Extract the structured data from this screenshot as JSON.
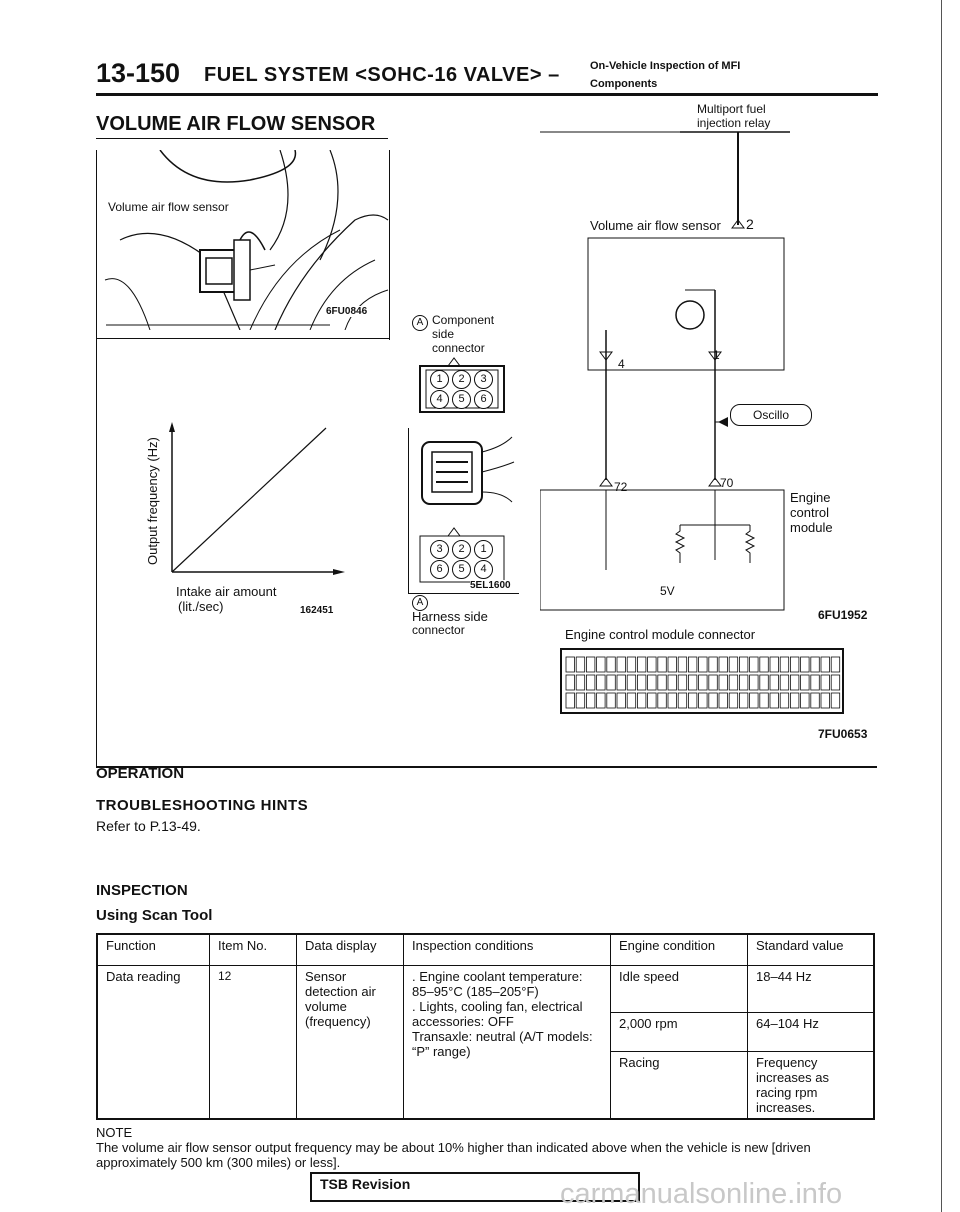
{
  "header": {
    "page_number": "13-150",
    "title": "FUEL SYSTEM <SOHC-16 VALVE> –",
    "subtitle_line1": "On-Vehicle Inspection of MFI",
    "subtitle_line2": "Components"
  },
  "section_title": "VOLUME AIR FLOW SENSOR",
  "figure": {
    "photo_label": "Volume air flow sensor",
    "photo_code": "6FU0846",
    "graph": {
      "ylabel": "Output frequency (Hz)",
      "xlabel_line1": "Intake air amount",
      "xlabel_line2": "(lit./sec)",
      "code": "162451"
    },
    "connector_a": {
      "marker": "A",
      "label_line1": "Component",
      "label_line2": "side",
      "label_line3": "connector",
      "pins_top": [
        "1",
        "2",
        "3"
      ],
      "pins_bottom": [
        "4",
        "5",
        "6"
      ]
    },
    "connector_b": {
      "marker": "A",
      "label_line1": "Harness side",
      "label_line2": "connector",
      "pins_top": [
        "3",
        "2",
        "1"
      ],
      "pins_bottom": [
        "6",
        "5",
        "4"
      ],
      "code": "5EL1600"
    },
    "circuit": {
      "relay_line1": "Multiport fuel",
      "relay_line2": "injection relay",
      "sensor_label": "Volume air flow sensor",
      "pin_2": "2",
      "pin_4": "4",
      "pin_1": "1",
      "oscillo": "Oscillo",
      "pin_72": "72",
      "pin_70": "70",
      "ecm_line1": "Engine",
      "ecm_line2": "control",
      "ecm_line3": "module",
      "voltage": "5V",
      "code": "6FU1952"
    },
    "ecm_connector": {
      "label": "Engine control module connector",
      "code": "7FU0653"
    }
  },
  "operation_heading": "OPERATION",
  "troubleshooting_heading": "TROUBLESHOOTING HINTS",
  "troubleshooting_text": "Refer to P.13-49.",
  "inspection_heading": "INSPECTION",
  "scan_tool_heading": "Using Scan Tool",
  "table": {
    "headers": [
      "Function",
      "Item No.",
      "Data display",
      "Inspection conditions",
      "Engine condition",
      "Standard value"
    ],
    "function": "Data reading",
    "item_no": "12",
    "data_display": "Sensor detection air volume (frequency)",
    "conditions": [
      ". Engine coolant temperature: 85–95°C (185–205°F)",
      ". Lights, cooling fan, electrical accessories: OFF",
      "Transaxle: neutral (A/T models: “P” range)"
    ],
    "rows": [
      {
        "engine_condition": "Idle speed",
        "standard_value": "18–44 Hz"
      },
      {
        "engine_condition": "2,000 rpm",
        "standard_value": "64–104 Hz"
      },
      {
        "engine_condition": "Racing",
        "standard_value": "Frequency increases as racing rpm increases."
      }
    ]
  },
  "note_heading": "NOTE",
  "note_text": "The volume air flow sensor output frequency may be about 10% higher than indicated above when the vehicle is new [driven approximately 500 km (300 miles) or less].",
  "footer": {
    "tsb_label": "TSB Revision",
    "watermark": "carmanualsonline.info"
  }
}
